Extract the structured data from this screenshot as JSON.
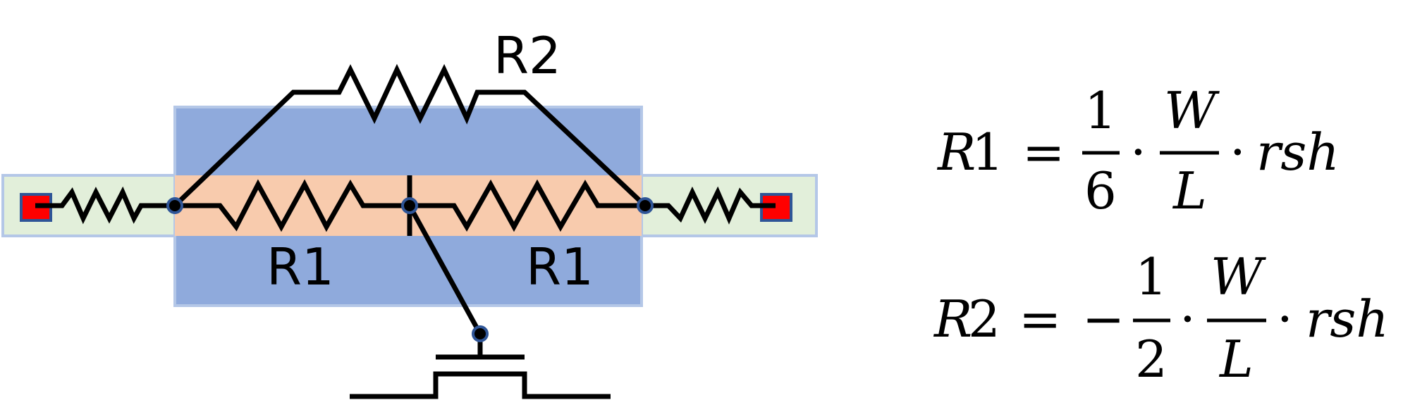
{
  "diagram": {
    "labels": {
      "r2": "R2",
      "r1_left": "R1",
      "r1_right": "R1"
    },
    "colors": {
      "outer_region": "#8FAADC",
      "outer_region_border": "#B4C7E7",
      "resistor_body": "#F8CBAD",
      "contact_region": "#E2EFDA",
      "contact_border": "#B4C7E7",
      "contact_pad": "#FF0000",
      "contact_pad_border": "#2F5597",
      "node_fill": "#2F5597",
      "wire": "#000000"
    }
  },
  "equations": {
    "eq1": {
      "lhs_var": "R",
      "lhs_sub": "1",
      "equals": "=",
      "frac1_num": "1",
      "frac1_den": "6",
      "dot1": "·",
      "frac2_num": "W",
      "frac2_den": "L",
      "dot2": "·",
      "tail": "rsh"
    },
    "eq2": {
      "lhs_var": "R",
      "lhs_sub": "2",
      "equals": "=",
      "sign": "−",
      "frac1_num": "1",
      "frac1_den": "2",
      "dot1": "·",
      "frac2_num": "W",
      "frac2_den": "L",
      "dot2": "·",
      "tail": "rsh"
    }
  }
}
